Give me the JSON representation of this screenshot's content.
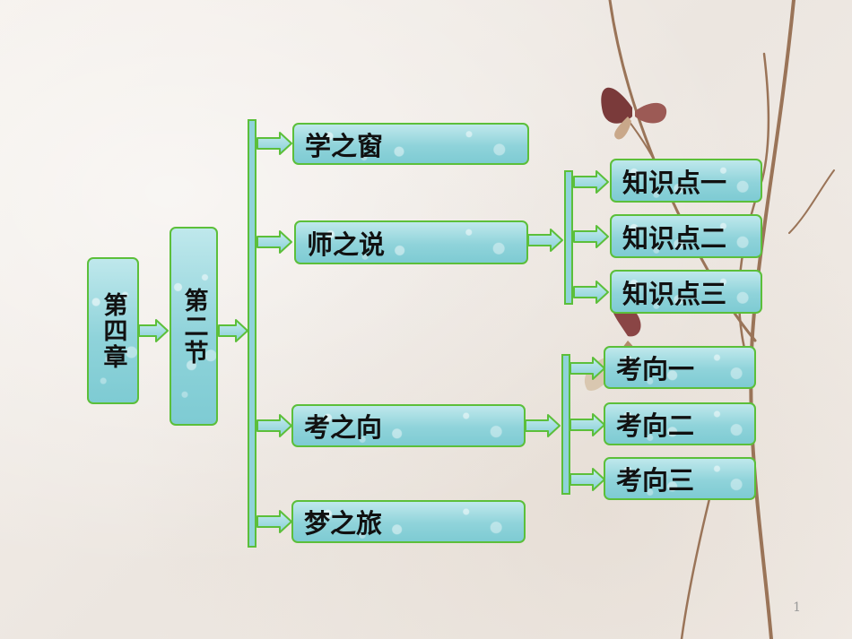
{
  "chapter": "第四章",
  "section": "第二节",
  "level1": [
    "学之窗",
    "师之说",
    "考之向",
    "梦之旅"
  ],
  "knowledge_points": [
    "知识点一",
    "知识点二",
    "知识点三"
  ],
  "exam_directions": [
    "考向一",
    "考向二",
    "考向三"
  ],
  "page_number": "1",
  "colors": {
    "box_border": "#5cbf3a",
    "box_fill": "#8fd3da",
    "text": "#111111"
  }
}
